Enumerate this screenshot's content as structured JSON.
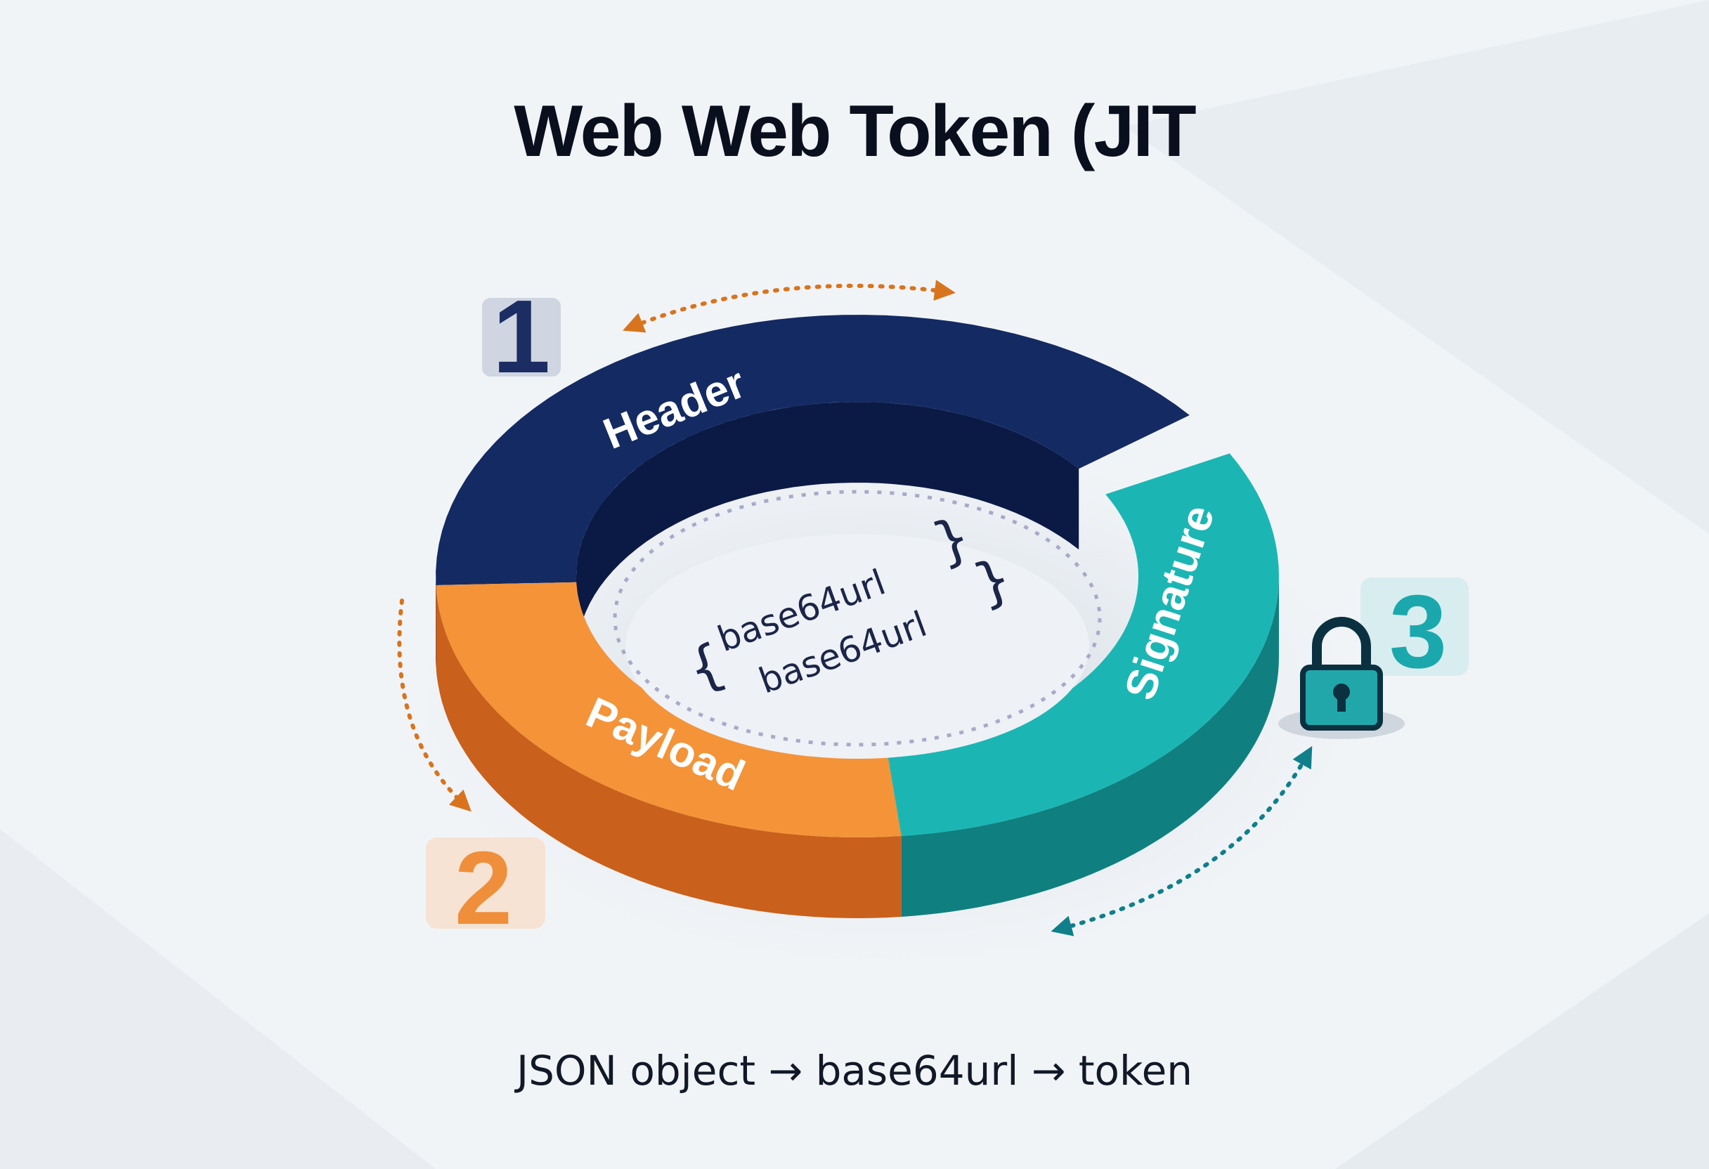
{
  "title": "Web Web Token (JIT",
  "caption": "JSON object → base64url → token",
  "center": {
    "line_1": "base64url",
    "line_2": "base64url"
  },
  "segments": [
    {
      "label": "Header",
      "number": "1",
      "color": "#142a63",
      "side_color": "#0b1a44",
      "number_color": "#1c2d63"
    },
    {
      "label": "Payload",
      "number": "2",
      "color": "#f49338",
      "side_color": "#c9601c",
      "number_color": "#ef8f3b"
    },
    {
      "label": "Signature",
      "number": "3",
      "color": "#1bb6b4",
      "side_color": "#0f807f",
      "number_color": "#1ba8ad"
    }
  ],
  "icons": {
    "lock": "lock-icon",
    "cycle_arrow": "dotted-double-arrow-icon"
  }
}
